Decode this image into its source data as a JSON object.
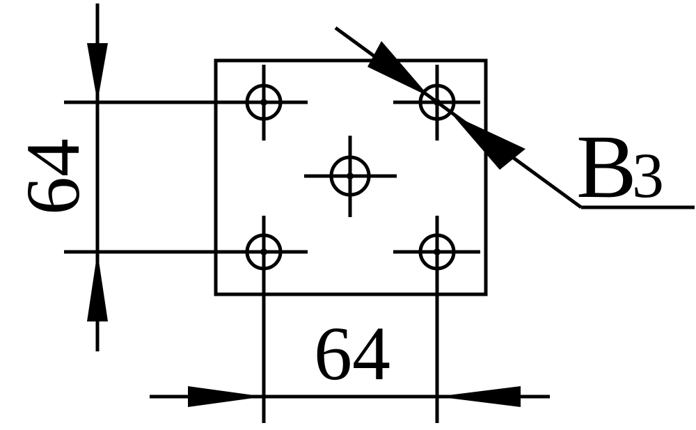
{
  "drawing": {
    "vertical_dimension_text": "64",
    "horizontal_dimension_text": "64",
    "leader_label_main": "B",
    "leader_label_sub": "3"
  },
  "colors": {
    "line": "#000000",
    "background": "#ffffff"
  }
}
